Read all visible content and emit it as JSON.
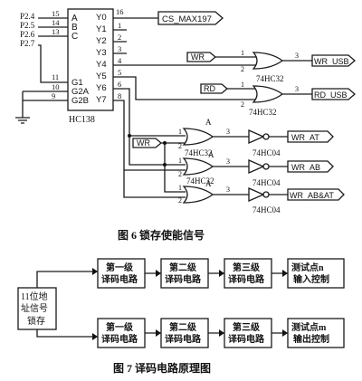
{
  "fig6": {
    "inputs": [
      "P2.4",
      "P2.5",
      "P2.6",
      "P2.7"
    ],
    "input_pins": [
      "15",
      "14",
      "13"
    ],
    "select_pins": [
      "A",
      "B",
      "C"
    ],
    "enable_pins": [
      "G1",
      "G2A",
      "G2B"
    ],
    "enable_pin_numbers": [
      "11",
      "10",
      "9"
    ],
    "outputs": [
      "Y0",
      "Y1",
      "Y2",
      "Y3",
      "Y4",
      "Y5",
      "Y6",
      "Y7"
    ],
    "output_pin_numbers": [
      "16",
      "1",
      "2",
      "3",
      "4",
      "5",
      "6",
      "8"
    ],
    "decoder_name": "HC138",
    "cs_label": "CS_MAX197",
    "wr_label": "WR",
    "rd_label": "RD",
    "or_gate_chip": "74HC32",
    "inv_chip": "74HC04",
    "gate_a": "A",
    "pin1": "1",
    "pin2": "2",
    "pin3": "3",
    "wr_usb": "WR_USB",
    "rd_usb": "RD_USB",
    "wr_at": "WR_AT",
    "wr_ab": "WR_AB",
    "wr_abat": "WR_AB&AT",
    "caption": "图 6    锁存使能信号"
  },
  "fig7": {
    "latch": [
      "11位地",
      "址信号",
      "锁存"
    ],
    "stage1": [
      "第一级",
      "译码电路"
    ],
    "stage2": [
      "第二级",
      "译码电路"
    ],
    "stage3": [
      "第三级",
      "译码电路"
    ],
    "test_n": [
      "测试点n",
      "输入控制"
    ],
    "test_m": [
      "测试点m",
      "输出控制"
    ],
    "caption": "图 7    译码电路原理图"
  }
}
